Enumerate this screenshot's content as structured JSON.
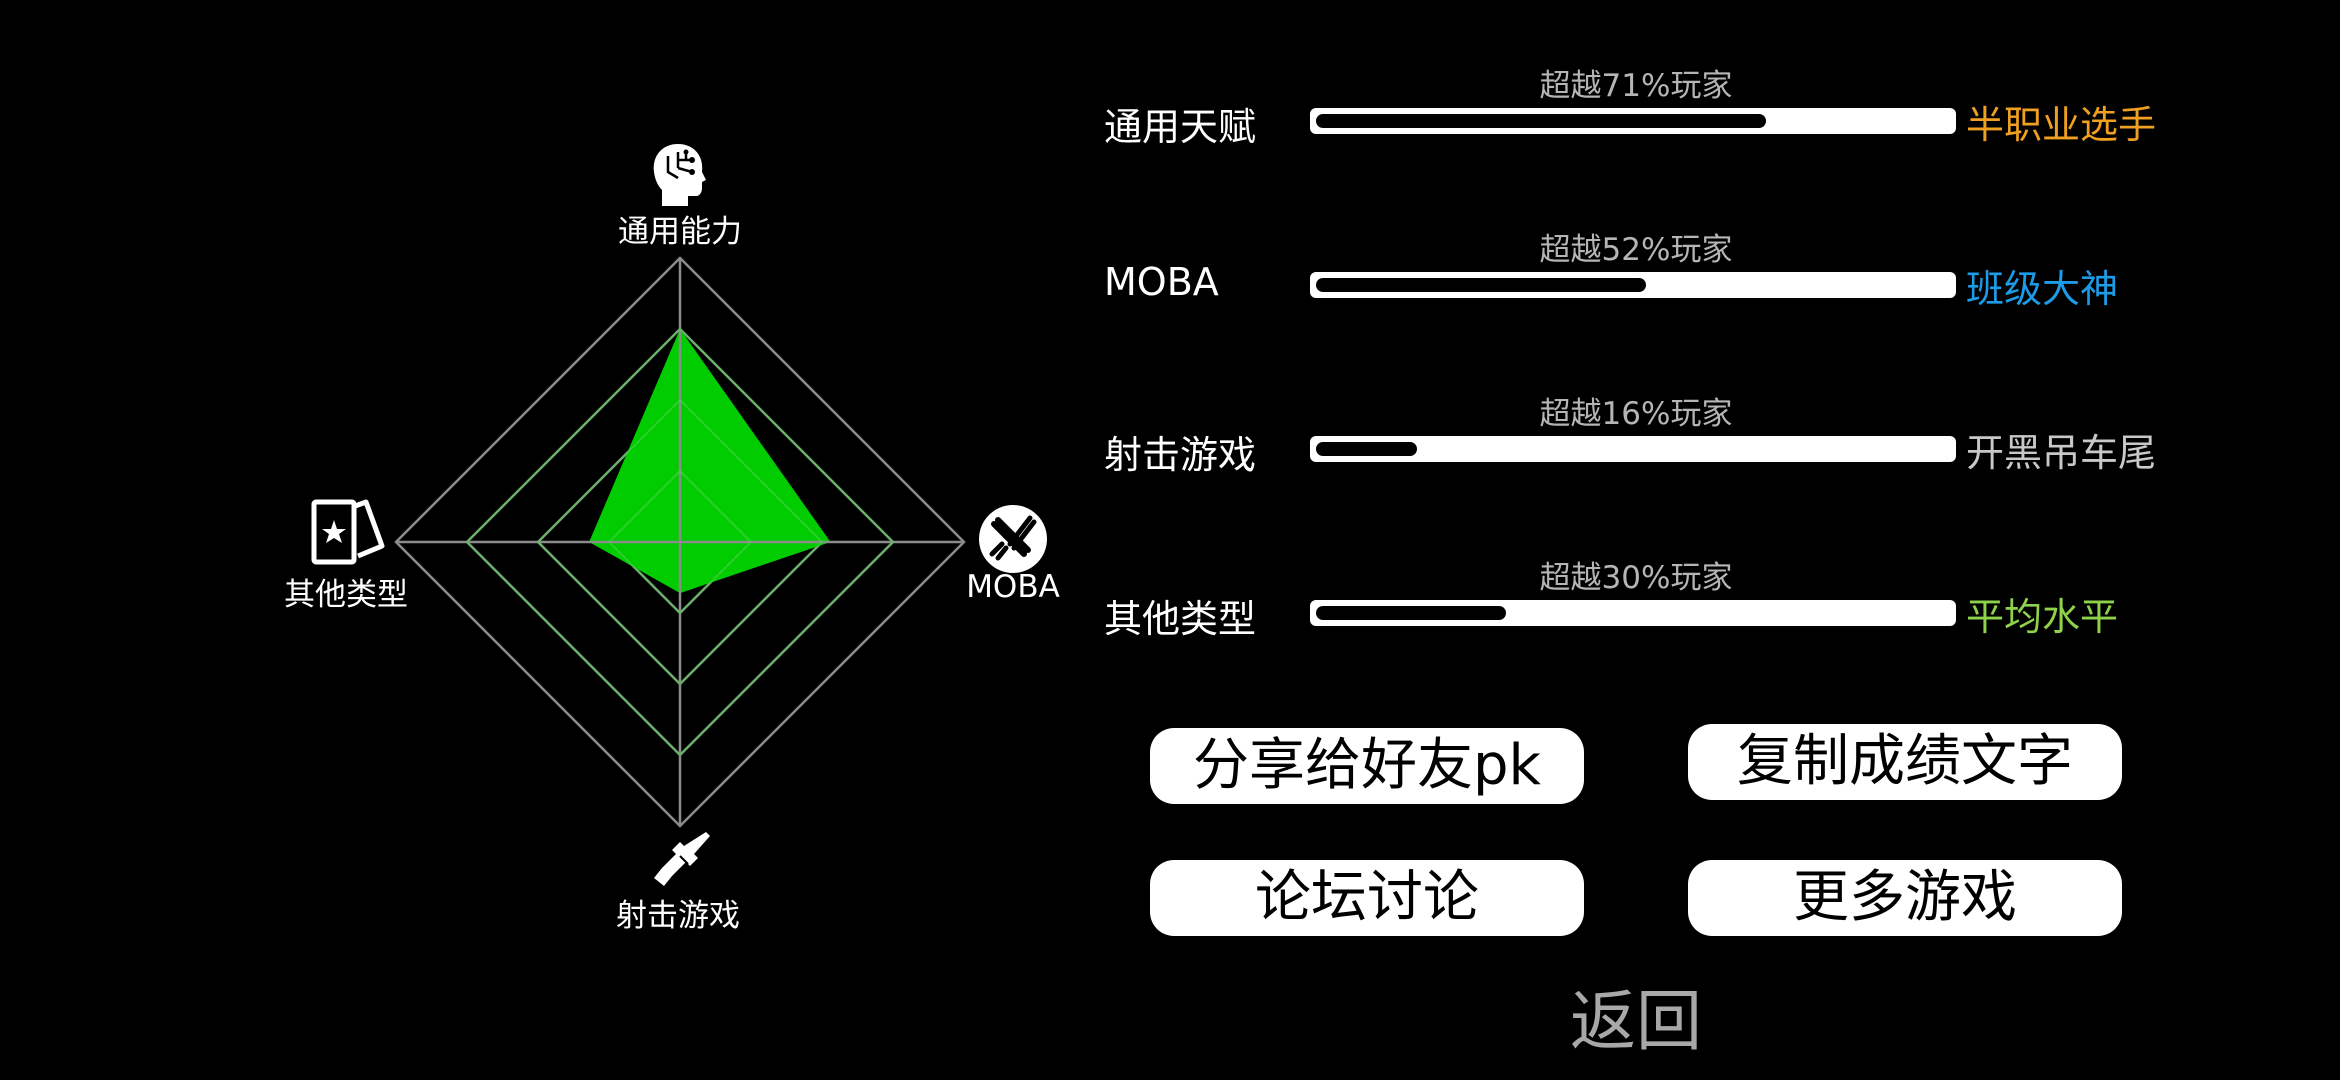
{
  "radar": {
    "axes": [
      {
        "key": "top",
        "label": "通用能力",
        "icon": "head-circuit-icon",
        "value": 0.75
      },
      {
        "key": "right",
        "label": "MOBA",
        "icon": "crossed-swords-icon",
        "value": 0.53
      },
      {
        "key": "bottom",
        "label": "射击游戏",
        "icon": "rifle-icon",
        "value": 0.18
      },
      {
        "key": "left",
        "label": "其他类型",
        "icon": "cards-icon",
        "value": 0.32
      }
    ],
    "rings": 4,
    "fill_color": "#00cc00",
    "grid_color": "#8c8c8c"
  },
  "stats": [
    {
      "name": "通用天赋",
      "caption": "超越71%玩家",
      "percent": 71,
      "rank": "半职业选手",
      "rank_color": "#f0a020"
    },
    {
      "name": "MOBA",
      "caption": "超越52%玩家",
      "percent": 52,
      "rank": "班级大神",
      "rank_color": "#1e9be6"
    },
    {
      "name": "射击游戏",
      "caption": "超越16%玩家",
      "percent": 16,
      "rank": "开黑吊车尾",
      "rank_color": "#c8c8c8"
    },
    {
      "name": "其他类型",
      "caption": "超越30%玩家",
      "percent": 30,
      "rank": "平均水平",
      "rank_color": "#8ed14a"
    }
  ],
  "buttons": {
    "share": "分享给好友pk",
    "copy": "复制成绩文字",
    "forum": "论坛讨论",
    "more": "更多游戏",
    "back": "返回"
  }
}
